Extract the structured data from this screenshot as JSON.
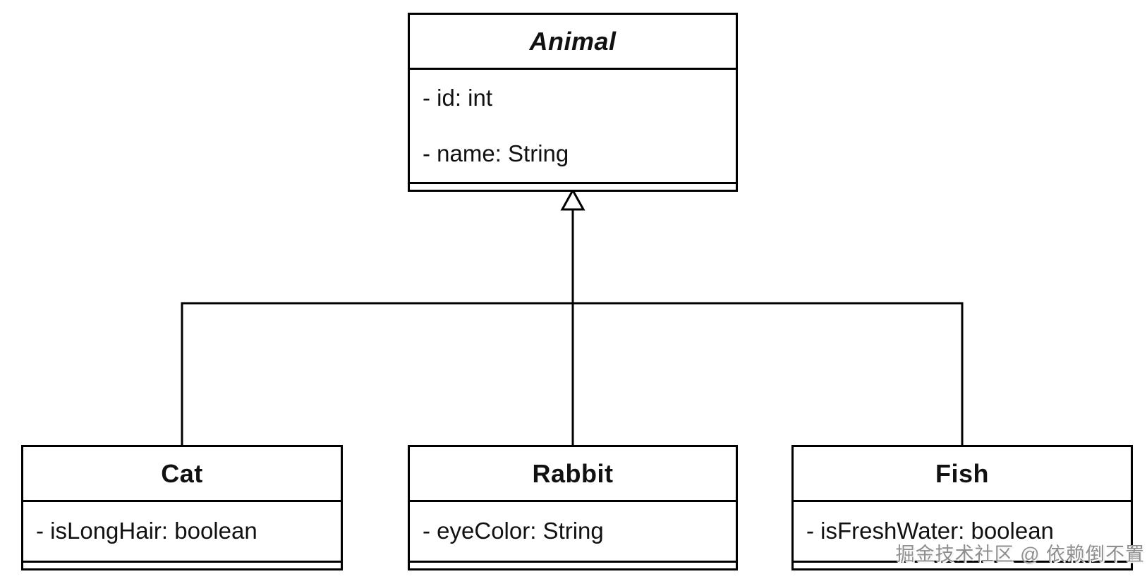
{
  "diagram": {
    "kind": "uml-class-diagram",
    "background_color": "#ffffff",
    "line_color": "#000000",
    "classes": [
      {
        "name": "Animal",
        "abstract": true,
        "attributes": [
          "- id: int",
          "- name: String"
        ],
        "methods": []
      },
      {
        "name": "Cat",
        "abstract": false,
        "attributes": [
          "- isLongHair: boolean"
        ],
        "methods": []
      },
      {
        "name": "Rabbit",
        "abstract": false,
        "attributes": [
          "- eyeColor: String"
        ],
        "methods": []
      },
      {
        "name": "Fish",
        "abstract": false,
        "attributes": [
          "- isFreshWater: boolean"
        ],
        "methods": []
      }
    ],
    "relationships": [
      {
        "type": "generalization",
        "from": "Cat",
        "to": "Animal"
      },
      {
        "type": "generalization",
        "from": "Rabbit",
        "to": "Animal"
      },
      {
        "type": "generalization",
        "from": "Fish",
        "to": "Animal"
      }
    ],
    "watermark": "掘金技术社区 @ 依赖倒不置"
  }
}
